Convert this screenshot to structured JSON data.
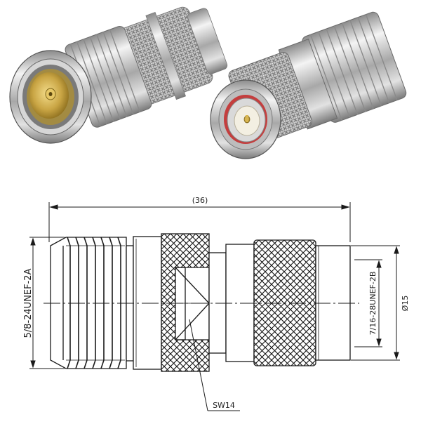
{
  "drawing": {
    "overall_length": "(36)",
    "thread_left": "5/8-24UNEF-2A",
    "thread_right": "7/16-28UNEF-2B",
    "diameter": "Ø15",
    "wrench_size": "SW14"
  },
  "colors": {
    "line": "#1a1a1a",
    "metal_light": "#e8e8e8",
    "metal_mid": "#b9b9b9",
    "metal_dark": "#6f6f6f",
    "gold": "#c9a544",
    "insulator": "#f3efe2",
    "red_gasket": "#c62828"
  }
}
